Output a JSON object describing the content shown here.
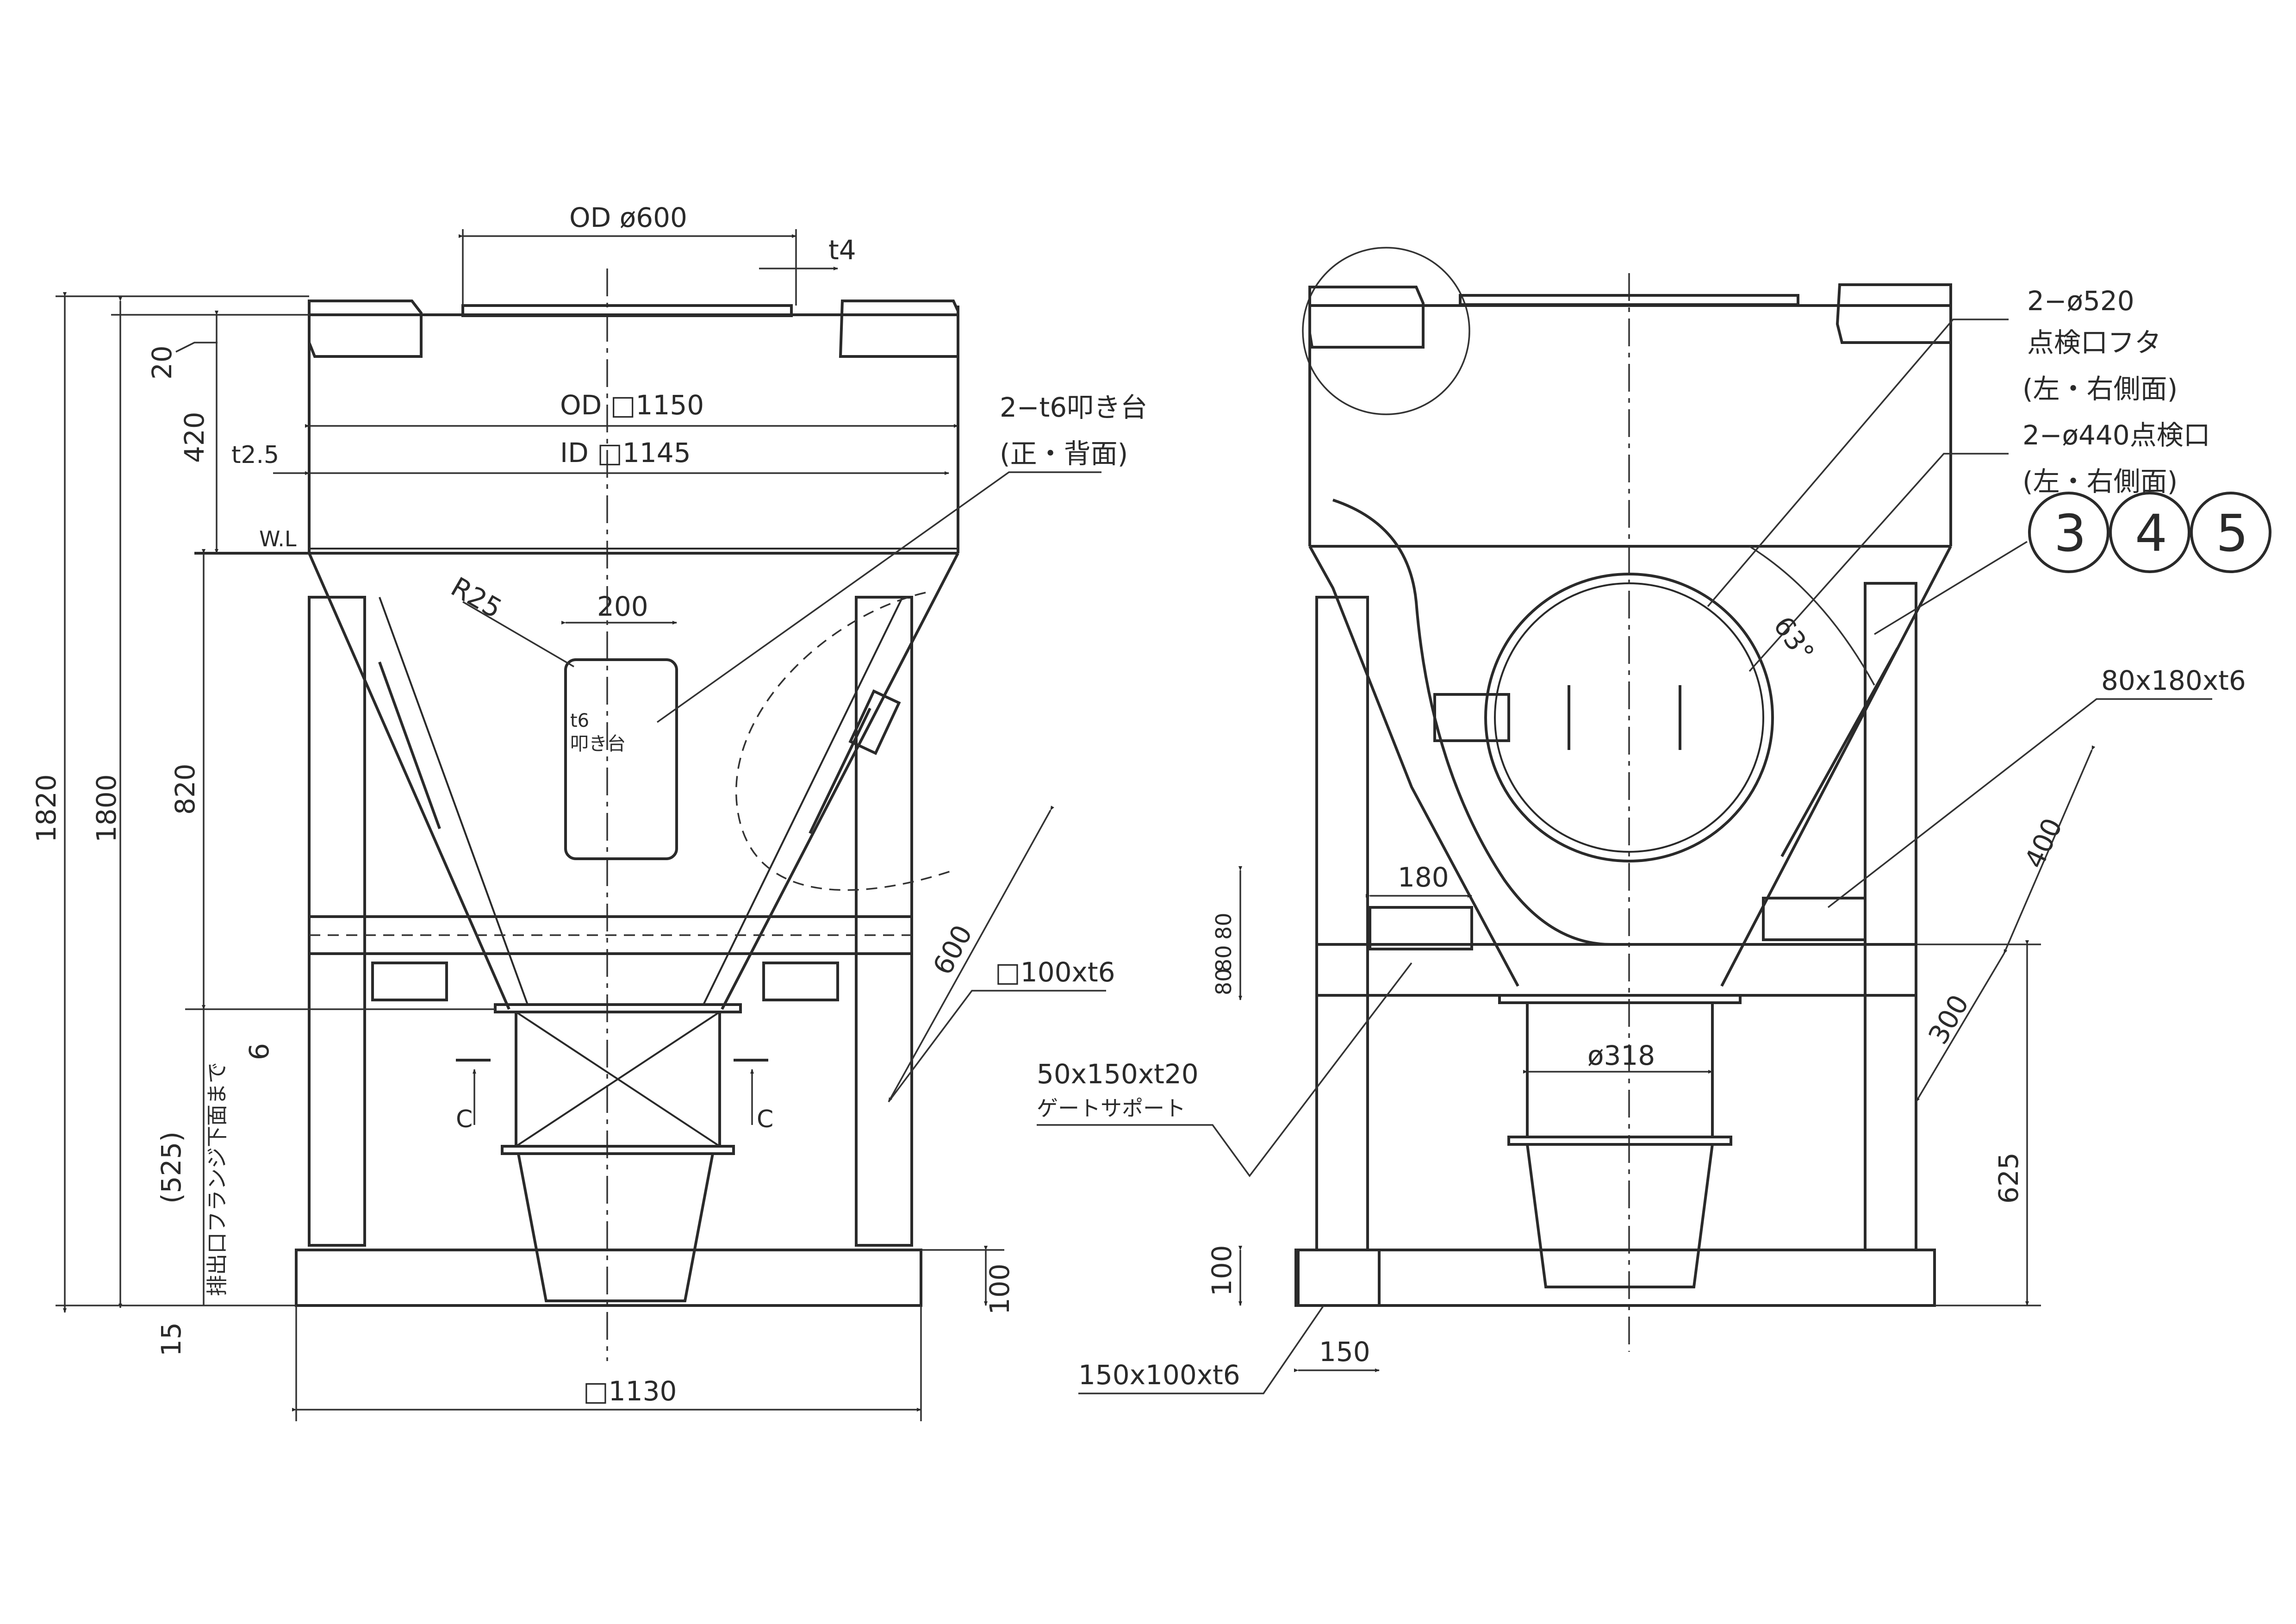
{
  "left_view": {
    "od_top": "OD ø600",
    "t4": "t4",
    "dim_20": "20",
    "dim_420": "420",
    "dim_820": "820",
    "dim_1820": "1820",
    "dim_1800": "1800",
    "dim_525": "(525)",
    "dim_6": "6",
    "dim_15": "15",
    "dim_100": "100",
    "dim_1130": "□1130",
    "od_1150": "OD □1150",
    "id_1145": "ID □1145",
    "t25": "t2.5",
    "wl": "W.L",
    "plate_note_1": "2−t6叩き台",
    "plate_note_2": "(正・背面)",
    "r25": "R25",
    "dim_200": "200",
    "plate_label_1": "t6",
    "plate_label_2": "叩き台",
    "dim_600": "600",
    "sq_100": "□100xt6",
    "outlet_note": "排出口フランジ下面まで",
    "section_c1": "C",
    "section_c2": "C"
  },
  "right_view": {
    "cover_1": "2−ø520",
    "cover_2": "点検口フタ",
    "cover_3": "(左・右側面)",
    "port_1": "2−ø440点検口",
    "port_2": "(左・右側面)",
    "item_3": "3",
    "item_4": "4",
    "item_5": "5",
    "angle_63": "63°",
    "rect_80x180": "80x180xt6",
    "dim_400": "400",
    "dim_300": "300",
    "dim_625": "625",
    "dim_180": "180",
    "dim_80a": "80",
    "dim_80b": "80",
    "dim_80c": "80",
    "dim_318": "ø318",
    "gate_support_1": "50x150xt20",
    "gate_support_2": "ゲートサポート",
    "dim_100": "100",
    "dim_150": "150",
    "base_150x100": "150x100xt6"
  }
}
